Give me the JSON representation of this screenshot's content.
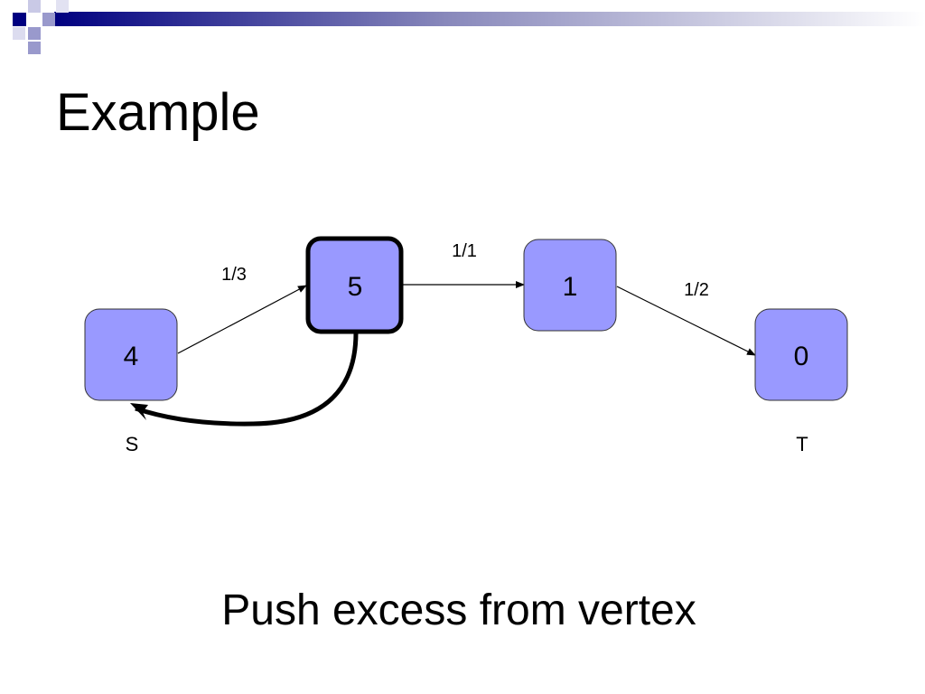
{
  "slide": {
    "title": "Example",
    "caption": "Push excess from vertex"
  },
  "colors": {
    "node_fill": "#9999ff",
    "node_stroke": "#333333",
    "accent_dark": "#000080",
    "accent_light": "#9999cc"
  },
  "graph": {
    "nodes": [
      {
        "id": "s",
        "label": "4",
        "role_label": "S",
        "active": false
      },
      {
        "id": "a",
        "label": "5",
        "role_label": "",
        "active": true
      },
      {
        "id": "b",
        "label": "1",
        "role_label": "",
        "active": false
      },
      {
        "id": "t",
        "label": "0",
        "role_label": "T",
        "active": false
      }
    ],
    "edges": [
      {
        "from": "s",
        "to": "a",
        "label": "1/3"
      },
      {
        "from": "a",
        "to": "b",
        "label": "1/1"
      },
      {
        "from": "b",
        "to": "t",
        "label": "1/2"
      },
      {
        "from": "a",
        "to": "s",
        "label": "",
        "highlighted": true
      }
    ]
  }
}
